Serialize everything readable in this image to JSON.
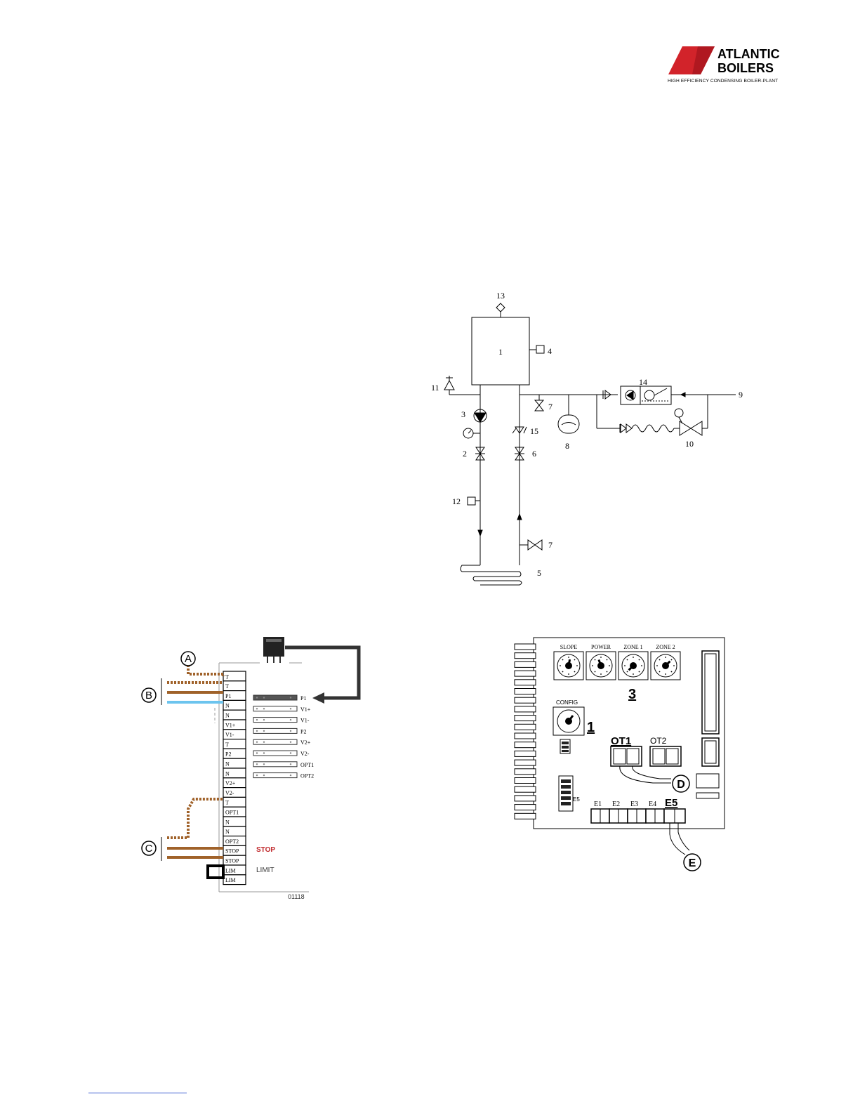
{
  "logo": {
    "line1": "ATLANTIC",
    "line2": "BOILERS",
    "tagline": "HIGH EFFICIENCY CONDENSING BOILER-PLANT",
    "color": "#d2232a"
  },
  "hydraulic_diagram": {
    "labels": {
      "n1": "1",
      "n2": "2",
      "n3": "3",
      "n4": "4",
      "n5": "5",
      "n6": "6",
      "n7a": "7",
      "n7b": "7",
      "n8": "8",
      "n9": "9",
      "n10": "10",
      "n11": "11",
      "n12": "12",
      "n13": "13",
      "n14": "14",
      "n15": "15"
    }
  },
  "terminal_diagram": {
    "callouts": {
      "a": "A",
      "b": "B",
      "c": "C"
    },
    "terminals": [
      "T",
      "T",
      "P1",
      "N",
      "N",
      "V1+",
      "V1-",
      "T",
      "P2",
      "N",
      "N",
      "V2+",
      "V2-",
      "T",
      "OPT1",
      "N",
      "N",
      "OPT2",
      "STOP",
      "STOP",
      "LIM",
      "LIM"
    ],
    "connectors": [
      "P1",
      "V1+",
      "V1-",
      "P2",
      "V2+",
      "V2-",
      "OPT1",
      "OPT2"
    ],
    "stop_label": "STOP",
    "limit_label": "LIMIT",
    "code": "01118",
    "colors": {
      "brown": "#a0622a",
      "blue": "#6cc4ee",
      "stop_red": "#c0282b"
    }
  },
  "board_diagram": {
    "knobs": [
      "SLOPE",
      "POWER",
      "ZONE 1",
      "ZONE 2"
    ],
    "config_label": "CONFIG",
    "label_3": "3",
    "label_1": "1",
    "ot1": "OT1",
    "ot2": "OT2",
    "e5_small": "E5",
    "inputs": [
      "E1",
      "E2",
      "E3",
      "E4"
    ],
    "e5": "E5",
    "callout_d": "D",
    "callout_e": "E"
  }
}
